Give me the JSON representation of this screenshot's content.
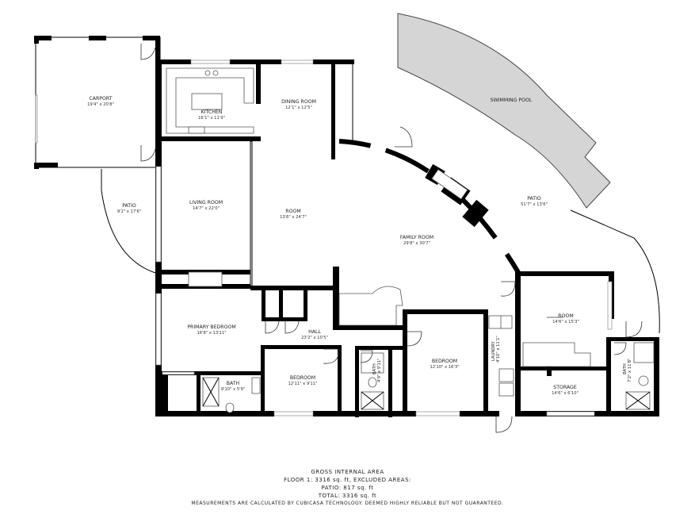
{
  "colors": {
    "wall": "#000000",
    "pool": "#d5d5d5",
    "background": "#ffffff"
  },
  "rooms": {
    "carport": {
      "name": "CARPORT",
      "dims": "19'4\" x 20'8\""
    },
    "kitchen": {
      "name": "KITCHEN",
      "dims": "16'1\" x 11'9\""
    },
    "dining": {
      "name": "DINING ROOM",
      "dims": "12'1\" x 12'5\""
    },
    "pool": {
      "name": "SWIMMING POOL"
    },
    "patio_left": {
      "name": "PATIO",
      "dims": "9'1\" x 17'6\""
    },
    "living": {
      "name": "LIVING ROOM",
      "dims": "14'7\" x 22'0\""
    },
    "room_center": {
      "name": "ROOM",
      "dims": "13'6\" x 24'7\""
    },
    "patio_right": {
      "name": "PATIO",
      "dims": "51'7\" x 13'6\""
    },
    "family": {
      "name": "FAMILY ROOM",
      "dims": "29'8\" x 30'7\""
    },
    "primary": {
      "name": "PRIMARY BEDROOM",
      "dims": "16'8\" x 13'11\""
    },
    "hall": {
      "name": "HALL",
      "dims": "23'2\" x 10'5\""
    },
    "room_right": {
      "name": "ROOM",
      "dims": "14'6\" x 15'3\""
    },
    "bedroom_mid": {
      "name": "BEDROOM",
      "dims": "12'10\" x 16'3\""
    },
    "laundry": {
      "name": "LAUNDRY",
      "dims": "4'10\" x 11'1\""
    },
    "bath_small": {
      "name": "BATH",
      "dims": "4'9\" x 9'11\""
    },
    "bath_right": {
      "name": "BATH",
      "dims": "7'2\" x 11'8\""
    },
    "storage": {
      "name": "STORAGE",
      "dims": "14'6\" x 6'10\""
    },
    "bath_primary": {
      "name": "BATH",
      "dims": "9'10\" x 5'9\""
    },
    "bedroom_left": {
      "name": "BEDROOM",
      "dims": "12'11\" x 9'11\""
    }
  },
  "summary": {
    "title": "GROSS INTERNAL AREA",
    "floor": "FLOOR 1: 3316 sq. ft, EXCLUDED AREAS:",
    "patio": "PATIO: 817 sq. ft",
    "total": "TOTAL: 3316 sq. ft",
    "disclaimer": "MEASUREMENTS ARE CALCULATED BY CUBICASA TECHNOLOGY. DEEMED HIGHLY RELIABLE BUT NOT GUARANTEED."
  }
}
